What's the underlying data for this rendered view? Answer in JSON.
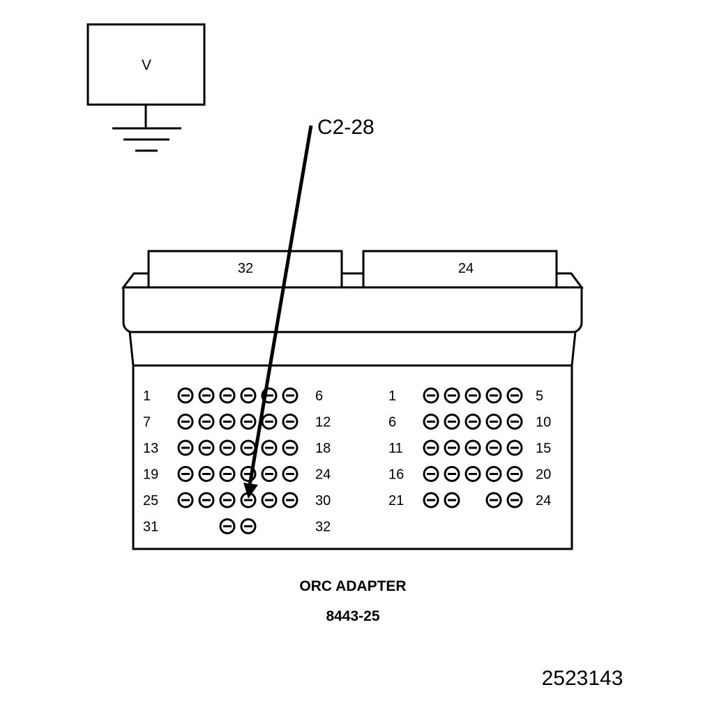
{
  "meter": {
    "label": "V"
  },
  "probe": {
    "label": "C2-28"
  },
  "tabs": {
    "left": "32",
    "right": "24"
  },
  "left_block": {
    "rows": [
      {
        "start": "1",
        "end": "6",
        "pins": [
          1,
          1,
          1,
          1,
          1,
          1
        ]
      },
      {
        "start": "7",
        "end": "12",
        "pins": [
          1,
          1,
          1,
          1,
          1,
          1
        ]
      },
      {
        "start": "13",
        "end": "18",
        "pins": [
          1,
          1,
          1,
          1,
          1,
          1
        ]
      },
      {
        "start": "19",
        "end": "24",
        "pins": [
          1,
          1,
          1,
          1,
          1,
          1
        ]
      },
      {
        "start": "25",
        "end": "30",
        "pins": [
          1,
          1,
          1,
          1,
          1,
          1
        ]
      },
      {
        "start": "31",
        "end": "32",
        "pins": [
          0,
          0,
          1,
          1,
          0,
          0
        ]
      }
    ]
  },
  "right_block": {
    "rows": [
      {
        "start": "1",
        "end": "5",
        "pins": [
          1,
          1,
          1,
          1,
          1
        ]
      },
      {
        "start": "6",
        "end": "10",
        "pins": [
          1,
          1,
          1,
          1,
          1
        ]
      },
      {
        "start": "11",
        "end": "15",
        "pins": [
          1,
          1,
          1,
          1,
          1
        ]
      },
      {
        "start": "16",
        "end": "20",
        "pins": [
          1,
          1,
          1,
          1,
          1
        ]
      },
      {
        "start": "21",
        "end": "24",
        "pins": [
          1,
          1,
          0,
          1,
          1
        ]
      }
    ]
  },
  "caption": {
    "title": "ORC ADAPTER",
    "part": "8443-25"
  },
  "figure_id": "2523143"
}
